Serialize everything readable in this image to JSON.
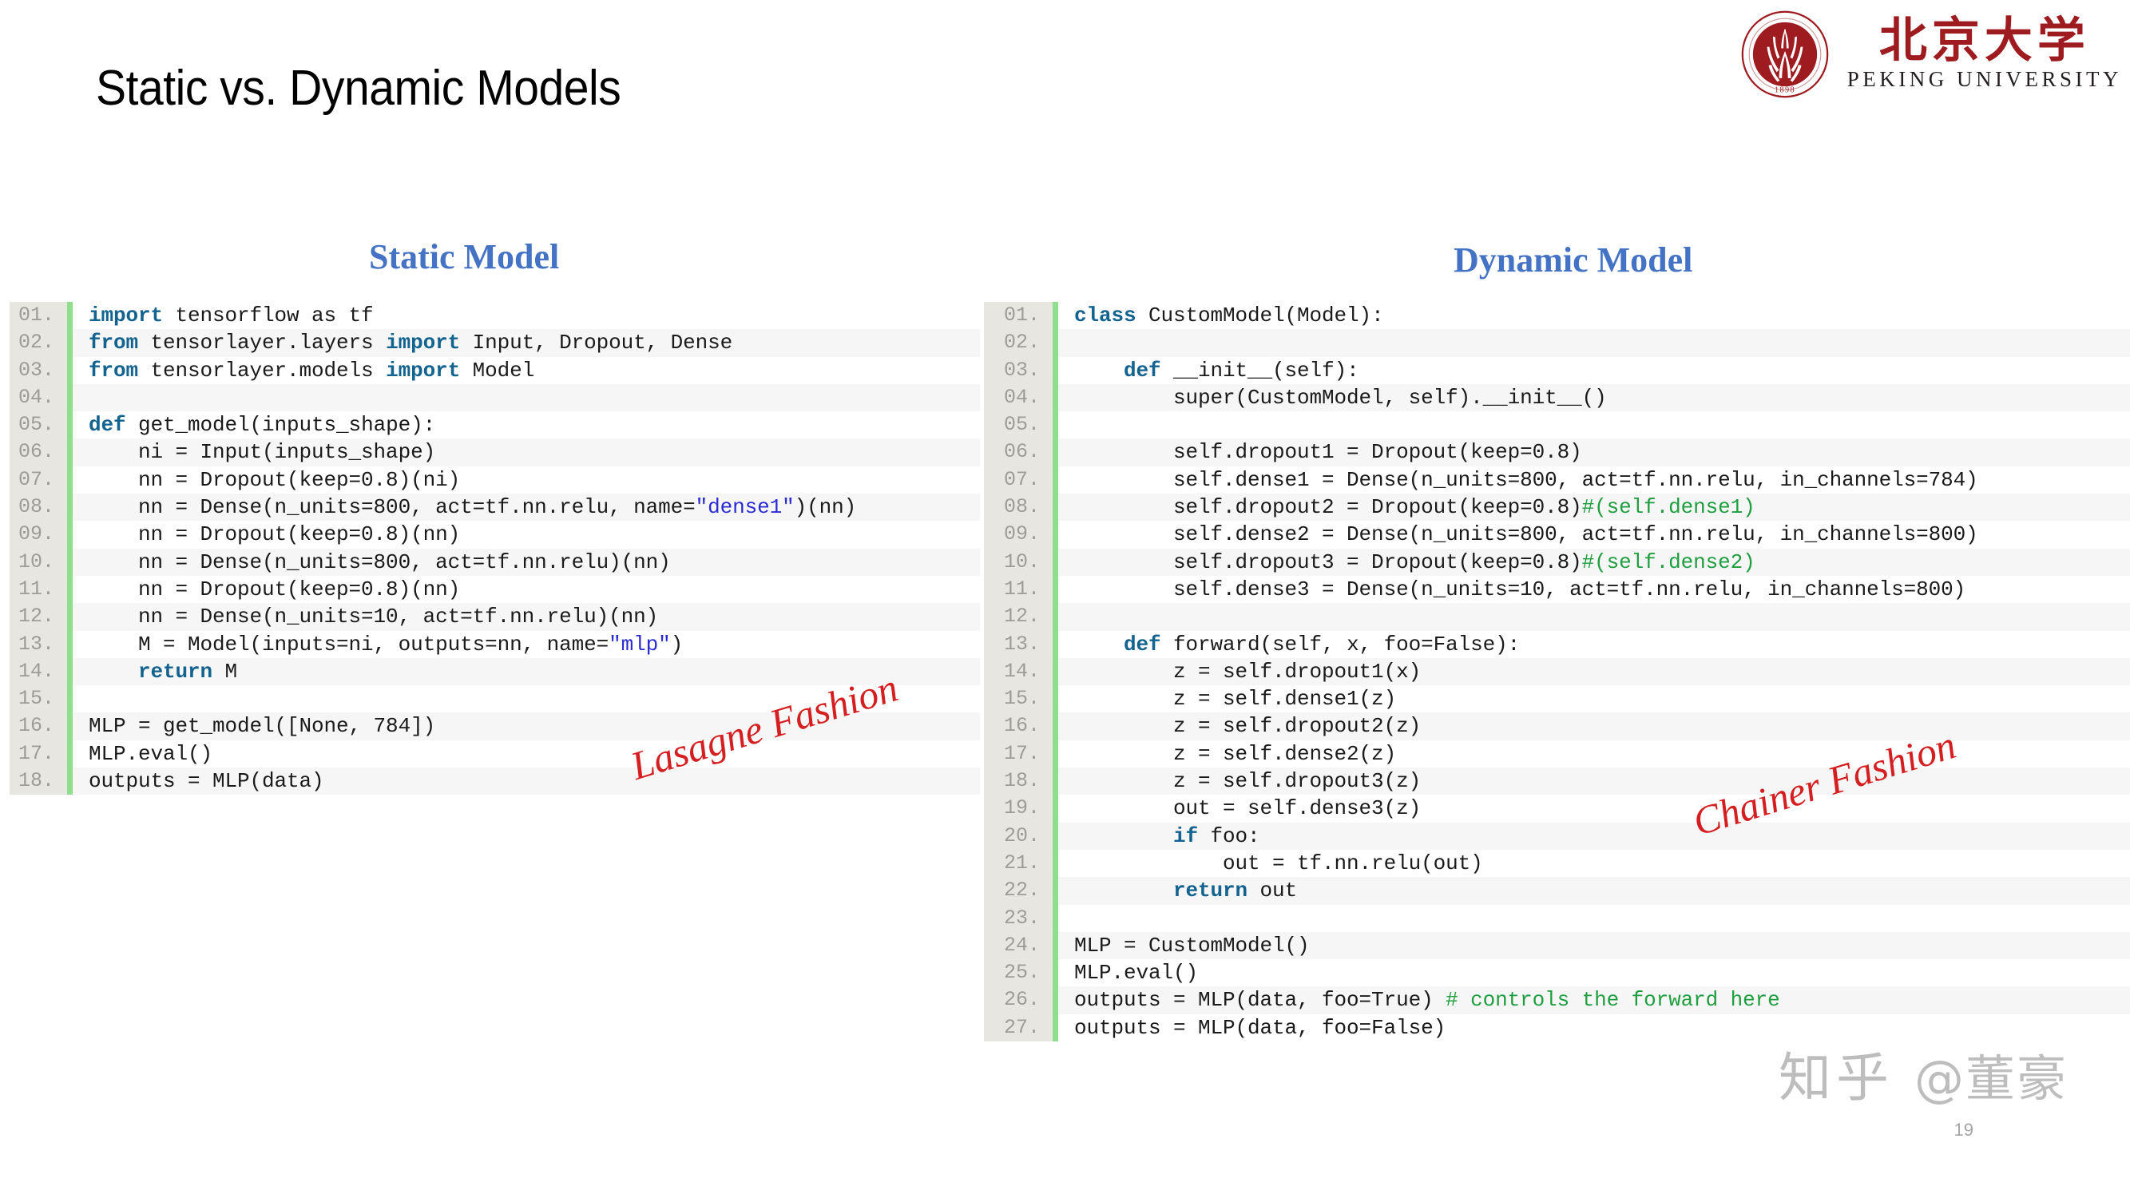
{
  "slide": {
    "title": "Static vs. Dynamic Models",
    "page_number": "19"
  },
  "logo": {
    "seal_year": "1898",
    "seal_ring_text": "PEKING UNIVERSITY",
    "chinese_name": "北京大学",
    "english_name": "PEKING UNIVERSITY",
    "brand_color": "#9e1b20"
  },
  "headings": {
    "static": "Static Model",
    "dynamic": "Dynamic Model",
    "color": "#4472c4"
  },
  "annotations": {
    "lasagne": "Lasagne Fashion",
    "chainer": "Chainer Fashion",
    "color": "#d51e20"
  },
  "watermark": {
    "site": "知乎",
    "handle": "@董豪"
  },
  "syntax_colors": {
    "keyword": "#12638f",
    "string": "#2b2bd4",
    "comment": "#1e9e3e",
    "text": "#1a1a1a",
    "gutter_bg": "#e8e6e0",
    "gutter_fg": "#9d9d95",
    "accent_bar": "#8ede8e",
    "row_alt_bg": "#f6f6f6"
  },
  "static_code": {
    "language": "python",
    "lines": [
      {
        "no": "01.",
        "tokens": [
          {
            "t": "kw",
            "v": "import"
          },
          {
            "t": "p",
            "v": " tensorflow as tf"
          }
        ]
      },
      {
        "no": "02.",
        "tokens": [
          {
            "t": "kw",
            "v": "from"
          },
          {
            "t": "p",
            "v": " tensorlayer.layers "
          },
          {
            "t": "kw",
            "v": "import"
          },
          {
            "t": "p",
            "v": " Input, Dropout, Dense"
          }
        ]
      },
      {
        "no": "03.",
        "tokens": [
          {
            "t": "kw",
            "v": "from"
          },
          {
            "t": "p",
            "v": " tensorlayer.models "
          },
          {
            "t": "kw",
            "v": "import"
          },
          {
            "t": "p",
            "v": " Model"
          }
        ]
      },
      {
        "no": "04.",
        "tokens": [
          {
            "t": "p",
            "v": ""
          }
        ]
      },
      {
        "no": "05.",
        "tokens": [
          {
            "t": "kw",
            "v": "def"
          },
          {
            "t": "p",
            "v": " get_model(inputs_shape):"
          }
        ]
      },
      {
        "no": "06.",
        "tokens": [
          {
            "t": "p",
            "v": "    ni = Input(inputs_shape)"
          }
        ]
      },
      {
        "no": "07.",
        "tokens": [
          {
            "t": "p",
            "v": "    nn = Dropout(keep=0.8)(ni)"
          }
        ]
      },
      {
        "no": "08.",
        "tokens": [
          {
            "t": "p",
            "v": "    nn = Dense(n_units=800, act=tf.nn.relu, name="
          },
          {
            "t": "str",
            "v": "\"dense1\""
          },
          {
            "t": "p",
            "v": ")(nn)"
          }
        ]
      },
      {
        "no": "09.",
        "tokens": [
          {
            "t": "p",
            "v": "    nn = Dropout(keep=0.8)(nn)"
          }
        ]
      },
      {
        "no": "10.",
        "tokens": [
          {
            "t": "p",
            "v": "    nn = Dense(n_units=800, act=tf.nn.relu)(nn)"
          }
        ]
      },
      {
        "no": "11.",
        "tokens": [
          {
            "t": "p",
            "v": "    nn = Dropout(keep=0.8)(nn)"
          }
        ]
      },
      {
        "no": "12.",
        "tokens": [
          {
            "t": "p",
            "v": "    nn = Dense(n_units=10, act=tf.nn.relu)(nn)"
          }
        ]
      },
      {
        "no": "13.",
        "tokens": [
          {
            "t": "p",
            "v": "    M = Model(inputs=ni, outputs=nn, name="
          },
          {
            "t": "str",
            "v": "\"mlp\""
          },
          {
            "t": "p",
            "v": ")"
          }
        ]
      },
      {
        "no": "14.",
        "tokens": [
          {
            "t": "p",
            "v": "    "
          },
          {
            "t": "kw",
            "v": "return"
          },
          {
            "t": "p",
            "v": " M"
          }
        ]
      },
      {
        "no": "15.",
        "tokens": [
          {
            "t": "p",
            "v": ""
          }
        ]
      },
      {
        "no": "16.",
        "tokens": [
          {
            "t": "p",
            "v": "MLP = get_model([None, 784])"
          }
        ]
      },
      {
        "no": "17.",
        "tokens": [
          {
            "t": "p",
            "v": "MLP.eval()"
          }
        ]
      },
      {
        "no": "18.",
        "tokens": [
          {
            "t": "p",
            "v": "outputs = MLP(data)"
          }
        ]
      }
    ]
  },
  "dynamic_code": {
    "language": "python",
    "lines": [
      {
        "no": "01.",
        "tokens": [
          {
            "t": "kw",
            "v": "class"
          },
          {
            "t": "p",
            "v": " CustomModel(Model):"
          }
        ]
      },
      {
        "no": "02.",
        "tokens": [
          {
            "t": "p",
            "v": ""
          }
        ]
      },
      {
        "no": "03.",
        "tokens": [
          {
            "t": "p",
            "v": "    "
          },
          {
            "t": "kw",
            "v": "def"
          },
          {
            "t": "p",
            "v": " __init__(self):"
          }
        ]
      },
      {
        "no": "04.",
        "tokens": [
          {
            "t": "p",
            "v": "        super(CustomModel, self).__init__()"
          }
        ]
      },
      {
        "no": "05.",
        "tokens": [
          {
            "t": "p",
            "v": ""
          }
        ]
      },
      {
        "no": "06.",
        "tokens": [
          {
            "t": "p",
            "v": "        self.dropout1 = Dropout(keep=0.8)"
          }
        ]
      },
      {
        "no": "07.",
        "tokens": [
          {
            "t": "p",
            "v": "        self.dense1 = Dense(n_units=800, act=tf.nn.relu, in_channels=784)"
          }
        ]
      },
      {
        "no": "08.",
        "tokens": [
          {
            "t": "p",
            "v": "        self.dropout2 = Dropout(keep=0.8)"
          },
          {
            "t": "cmt",
            "v": "#(self.dense1)"
          }
        ]
      },
      {
        "no": "09.",
        "tokens": [
          {
            "t": "p",
            "v": "        self.dense2 = Dense(n_units=800, act=tf.nn.relu, in_channels=800)"
          }
        ]
      },
      {
        "no": "10.",
        "tokens": [
          {
            "t": "p",
            "v": "        self.dropout3 = Dropout(keep=0.8)"
          },
          {
            "t": "cmt",
            "v": "#(self.dense2)"
          }
        ]
      },
      {
        "no": "11.",
        "tokens": [
          {
            "t": "p",
            "v": "        self.dense3 = Dense(n_units=10, act=tf.nn.relu, in_channels=800)"
          }
        ]
      },
      {
        "no": "12.",
        "tokens": [
          {
            "t": "p",
            "v": ""
          }
        ]
      },
      {
        "no": "13.",
        "tokens": [
          {
            "t": "p",
            "v": "    "
          },
          {
            "t": "kw",
            "v": "def"
          },
          {
            "t": "p",
            "v": " forward(self, x, foo=False):"
          }
        ]
      },
      {
        "no": "14.",
        "tokens": [
          {
            "t": "p",
            "v": "        z = self.dropout1(x)"
          }
        ]
      },
      {
        "no": "15.",
        "tokens": [
          {
            "t": "p",
            "v": "        z = self.dense1(z)"
          }
        ]
      },
      {
        "no": "16.",
        "tokens": [
          {
            "t": "p",
            "v": "        z = self.dropout2(z)"
          }
        ]
      },
      {
        "no": "17.",
        "tokens": [
          {
            "t": "p",
            "v": "        z = self.dense2(z)"
          }
        ]
      },
      {
        "no": "18.",
        "tokens": [
          {
            "t": "p",
            "v": "        z = self.dropout3(z)"
          }
        ]
      },
      {
        "no": "19.",
        "tokens": [
          {
            "t": "p",
            "v": "        out = self.dense3(z)"
          }
        ]
      },
      {
        "no": "20.",
        "tokens": [
          {
            "t": "p",
            "v": "        "
          },
          {
            "t": "kw",
            "v": "if"
          },
          {
            "t": "p",
            "v": " foo:"
          }
        ]
      },
      {
        "no": "21.",
        "tokens": [
          {
            "t": "p",
            "v": "            out = tf.nn.relu(out)"
          }
        ]
      },
      {
        "no": "22.",
        "tokens": [
          {
            "t": "p",
            "v": "        "
          },
          {
            "t": "kw",
            "v": "return"
          },
          {
            "t": "p",
            "v": " out"
          }
        ]
      },
      {
        "no": "23.",
        "tokens": [
          {
            "t": "p",
            "v": ""
          }
        ]
      },
      {
        "no": "24.",
        "tokens": [
          {
            "t": "p",
            "v": "MLP = CustomModel()"
          }
        ]
      },
      {
        "no": "25.",
        "tokens": [
          {
            "t": "p",
            "v": "MLP.eval()"
          }
        ]
      },
      {
        "no": "26.",
        "tokens": [
          {
            "t": "p",
            "v": "outputs = MLP(data, foo=True) "
          },
          {
            "t": "cmt",
            "v": "# controls the forward here"
          }
        ]
      },
      {
        "no": "27.",
        "tokens": [
          {
            "t": "p",
            "v": "outputs = MLP(data, foo=False)"
          }
        ]
      }
    ]
  }
}
